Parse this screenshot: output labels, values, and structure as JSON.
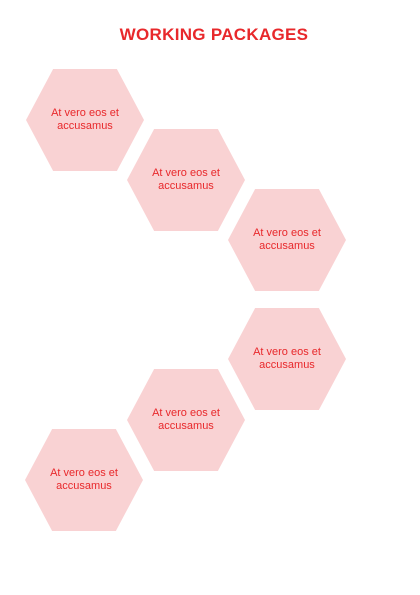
{
  "title": "WORKING PACKAGES",
  "colors": {
    "accent": "#e8282b",
    "hexagon_fill": "#f9d2d3",
    "background": "#ffffff"
  },
  "packages": [
    {
      "label": "At vero eos et accusamus"
    },
    {
      "label": "At vero eos et accusamus"
    },
    {
      "label": "At vero eos et accusamus"
    },
    {
      "label": "At vero eos et accusamus"
    },
    {
      "label": "At vero eos et accusamus"
    },
    {
      "label": "At vero eos et accusamus"
    }
  ]
}
